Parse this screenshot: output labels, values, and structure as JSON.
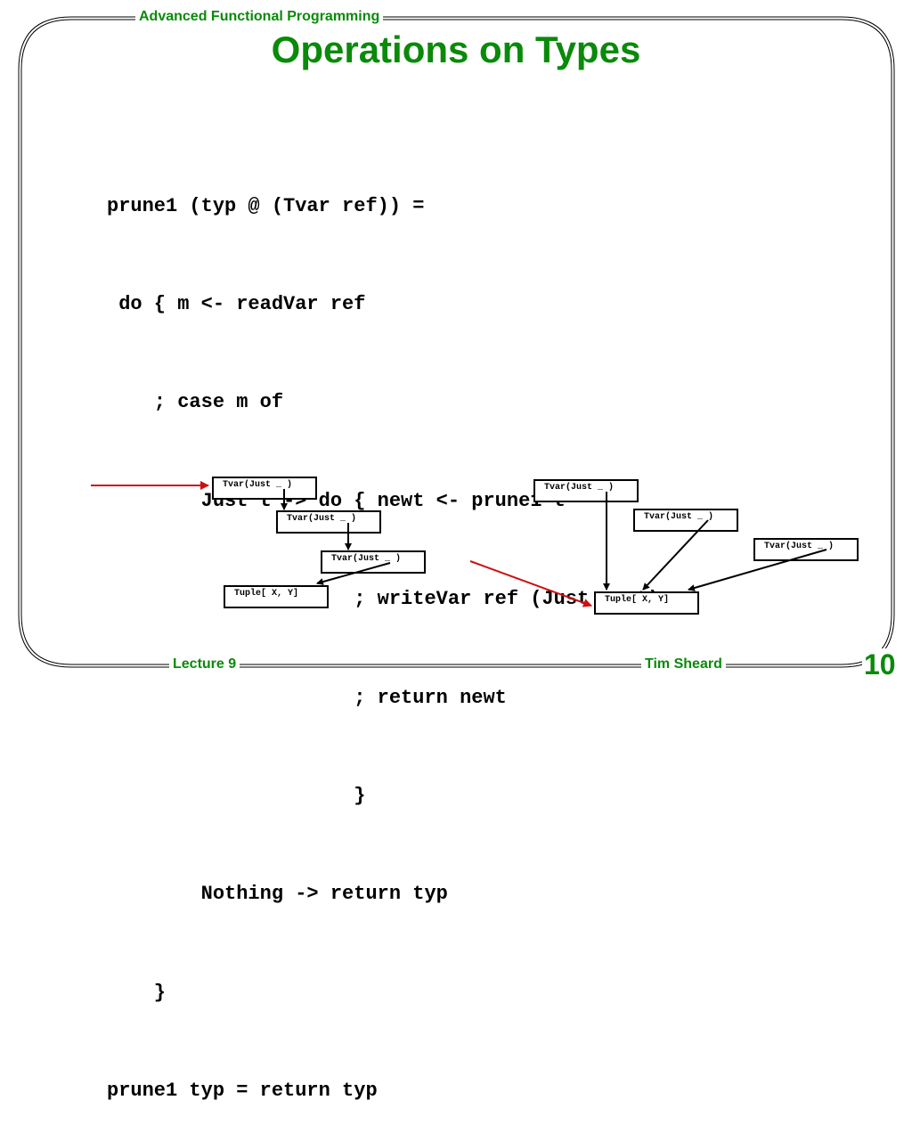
{
  "header": {
    "course": "Advanced Functional Programming"
  },
  "slide": {
    "title": "Operations on Types",
    "code_lines": [
      "prune1 (typ @ (Tvar ref)) =",
      " do { m <- readVar ref",
      "    ; case m of",
      "        Just t -> do { newt <- prune1 t",
      "                     ; writeVar ref (Just newt)",
      "                     ; return newt",
      "                     }",
      "        Nothing -> return typ",
      "    }",
      "prune1 typ = return typ"
    ]
  },
  "diagram_left": {
    "nodes": [
      "Tvar(Just _ )",
      "Tvar(Just _ )",
      "Tvar(Just _ )",
      "Tuple[ X, Y]"
    ]
  },
  "diagram_right": {
    "nodes": [
      "Tvar(Just _ )",
      "Tvar(Just _ )",
      "Tvar(Just _ )",
      "Tuple[ X, Y]"
    ]
  },
  "footer": {
    "lecture": "Lecture 9",
    "author": "Tim Sheard",
    "page": "10"
  },
  "colors": {
    "accent": "#0a8a0a",
    "arrow_highlight": "#cc1111"
  }
}
